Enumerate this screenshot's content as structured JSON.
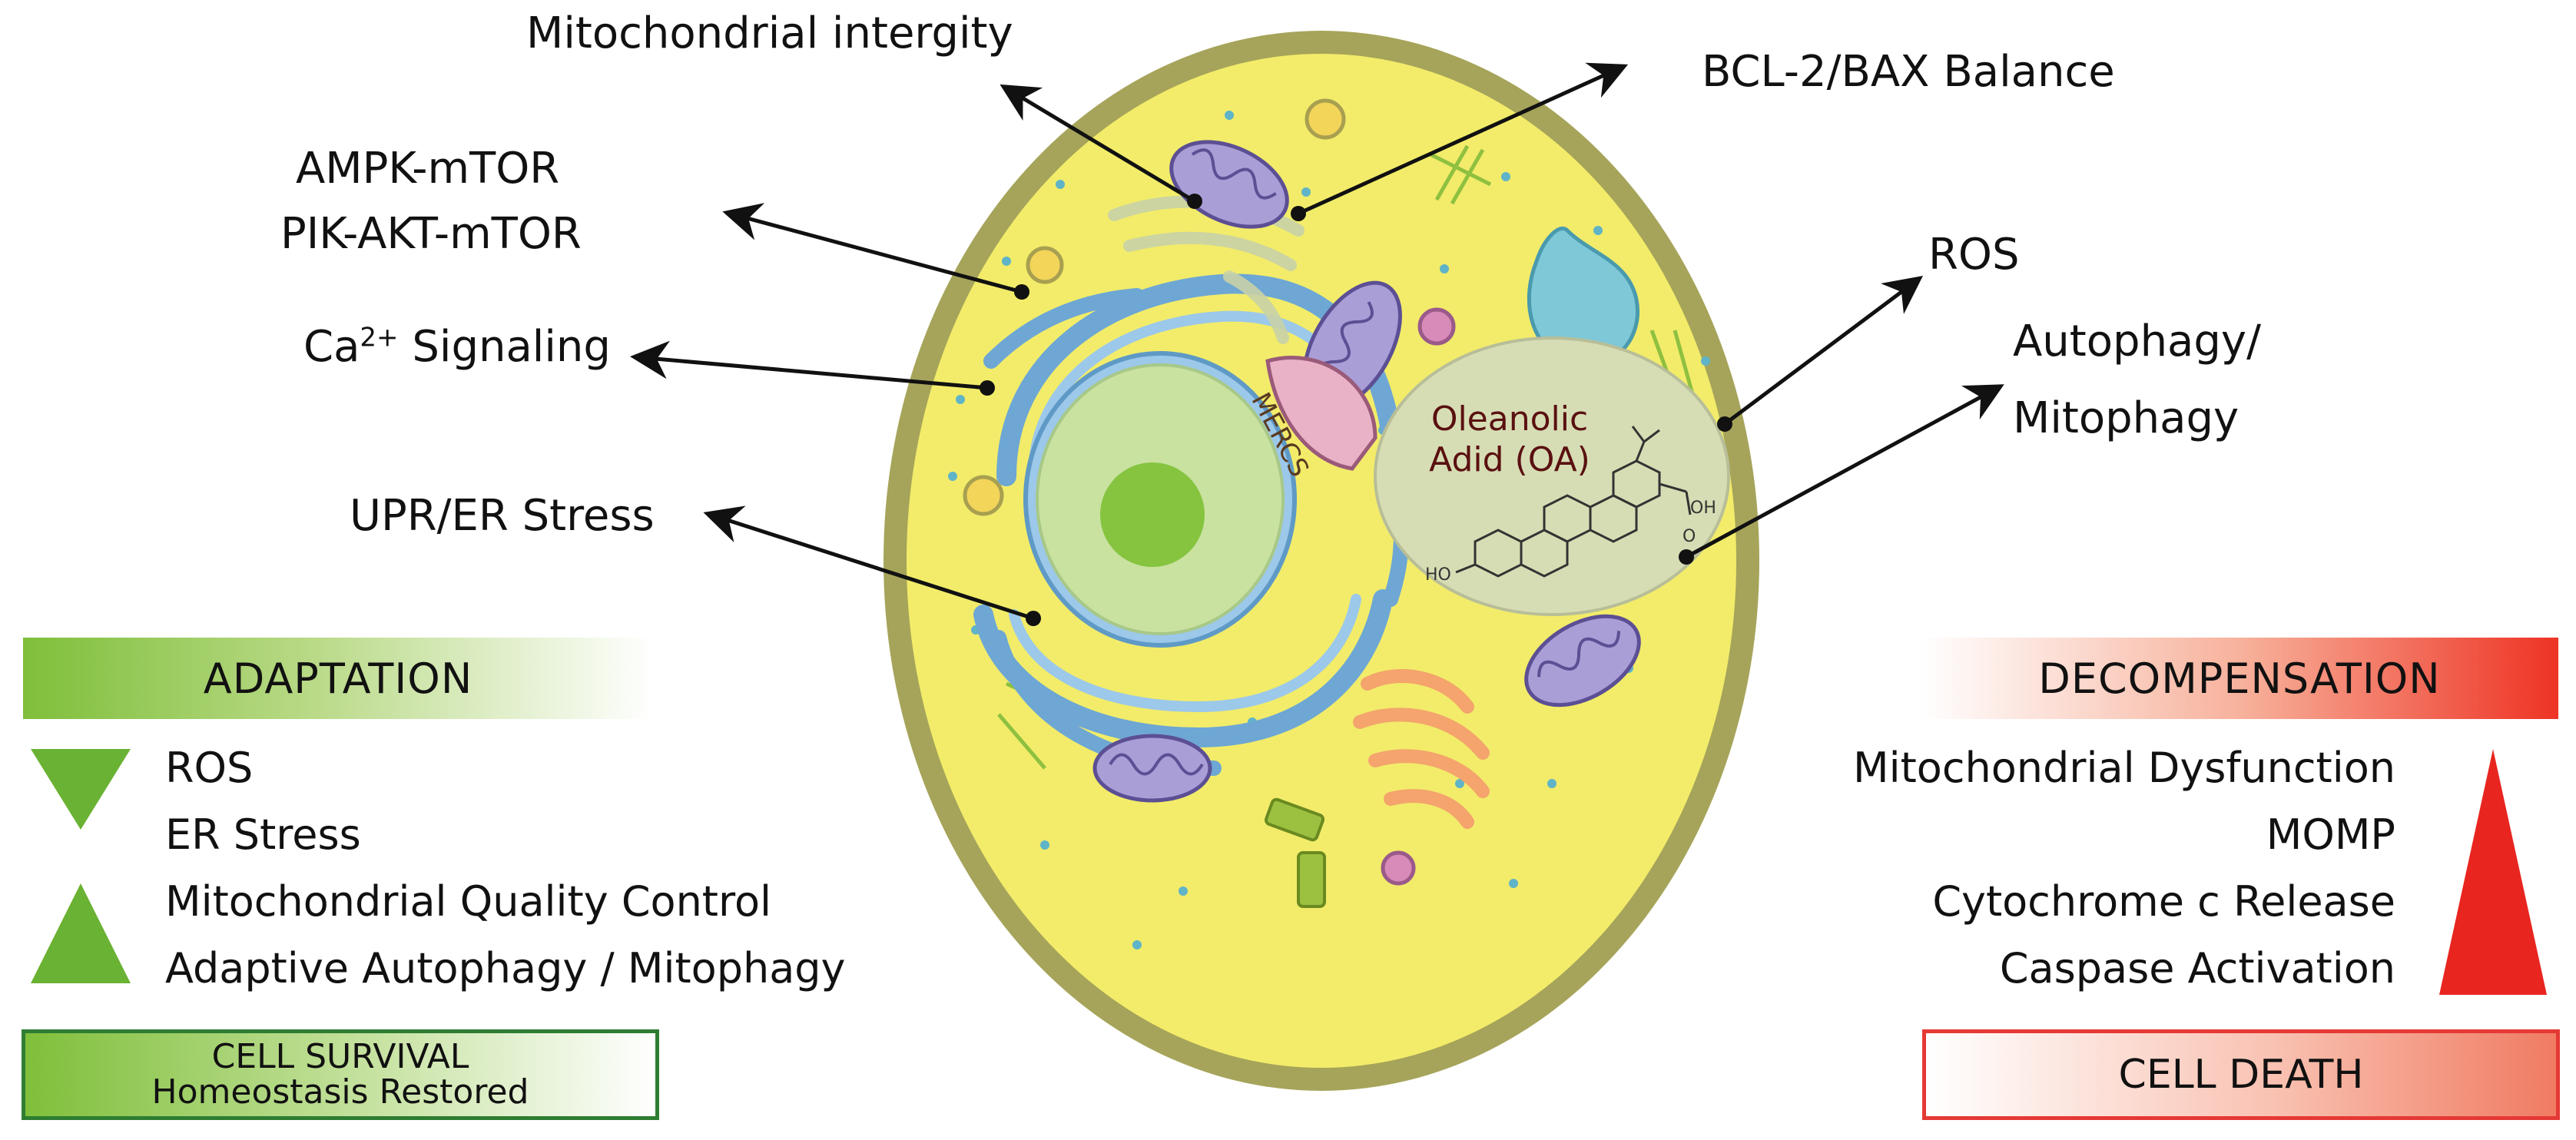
{
  "labels": {
    "mito_integrity": "Mitochondrial intergity",
    "bcl2_bax": "BCL-2/BAX Balance",
    "ampk_mtor": "AMPK-mTOR",
    "pik_akt_mtor": "PIK-AKT-mTOR",
    "ca_prefix": "Ca",
    "ca_sup": "2+",
    "ca_suffix": " Signaling",
    "upr_er": "UPR/ER Stress",
    "ros": "ROS",
    "autophagy_1": "Autophagy/",
    "autophagy_2": "Mitophagy"
  },
  "cell": {
    "mercs_label": "MERCS",
    "oa_line1": "Oleanolic",
    "oa_line2": "Adid (OA)",
    "oh_label": "OH",
    "o_label": "O",
    "ho_label": "HO"
  },
  "adaptation": {
    "title": "ADAPTATION",
    "items": [
      "ROS",
      "ER Stress",
      "Mitochondrial Quality Control",
      "Adaptive Autophagy / Mitophagy"
    ],
    "outcome_line1": "CELL SURVIVAL",
    "outcome_line2": "Homeostasis Restored"
  },
  "decompensation": {
    "title": "DECOMPENSATION",
    "items": [
      "Mitochondrial Dysfunction",
      "MOMP",
      "Cytochrome c Release",
      "Caspase Activation"
    ],
    "outcome": "CELL DEATH"
  },
  "colors": {
    "membrane": "#9a9a5a",
    "cytoplasm": "#f2ec6a",
    "nucleus": "#c9e2a0",
    "nucleolus": "#86c440",
    "er": "#7fb6e0",
    "mitochondria": "#a99ed6",
    "golgi": "#f4a46c",
    "vacuole": "#7ec8d8",
    "adapt_green": "#6ab233",
    "decomp_red": "#e8251f"
  }
}
